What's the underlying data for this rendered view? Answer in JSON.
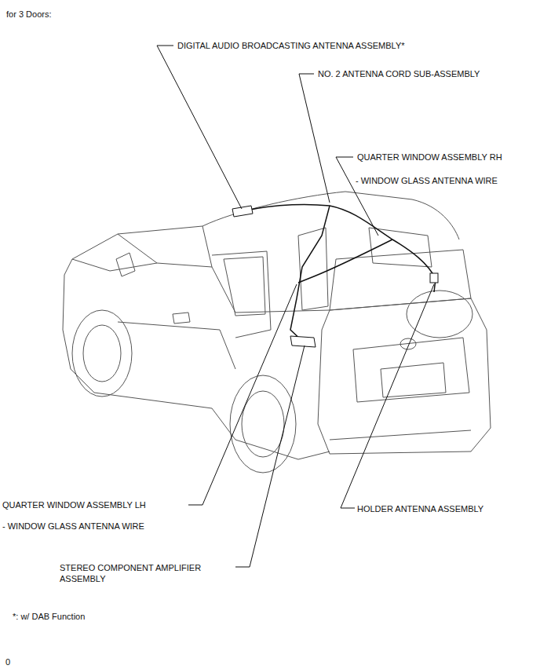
{
  "diagram": {
    "title": "for 3 Doors:",
    "labels": [
      "DIGITAL AUDIO BROADCASTING ANTENNA ASSEMBLY*",
      "NO. 2 ANTENNA CORD SUB-ASSEMBLY",
      "QUARTER WINDOW ASSEMBLY RH",
      "- WINDOW GLASS ANTENNA WIRE",
      "QUARTER WINDOW ASSEMBLY LH",
      "- WINDOW GLASS ANTENNA WIRE",
      "STEREO COMPONENT AMPLIFIER ASSEMBLY",
      "HOLDER ANTENNA ASSEMBLY",
      "*: w/ DAB Function",
      "0"
    ]
  }
}
